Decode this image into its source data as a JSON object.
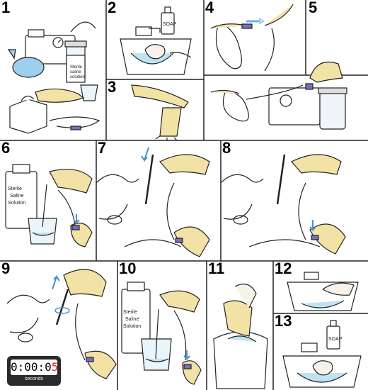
{
  "steps": [
    "1",
    "2",
    "3",
    "4",
    "5",
    "6",
    "7",
    "8",
    "9",
    "10",
    "11",
    "12",
    "13"
  ],
  "labels": {
    "soap": "SOAP",
    "bottle_small": [
      "Sterile",
      "saline",
      "solution"
    ],
    "bottle_big": [
      "Sterile",
      "Saline",
      "Solution"
    ]
  },
  "timer": {
    "digits": "0:00:0",
    "last_digit": "5",
    "unit": "seconds"
  },
  "colors": {
    "glove": "#f3e2a6",
    "skin": "#f7f2ea",
    "blue": "#8ec7e8",
    "purple": "#7a6cc0",
    "timer_red": "#e4262b",
    "line": "#222222"
  }
}
